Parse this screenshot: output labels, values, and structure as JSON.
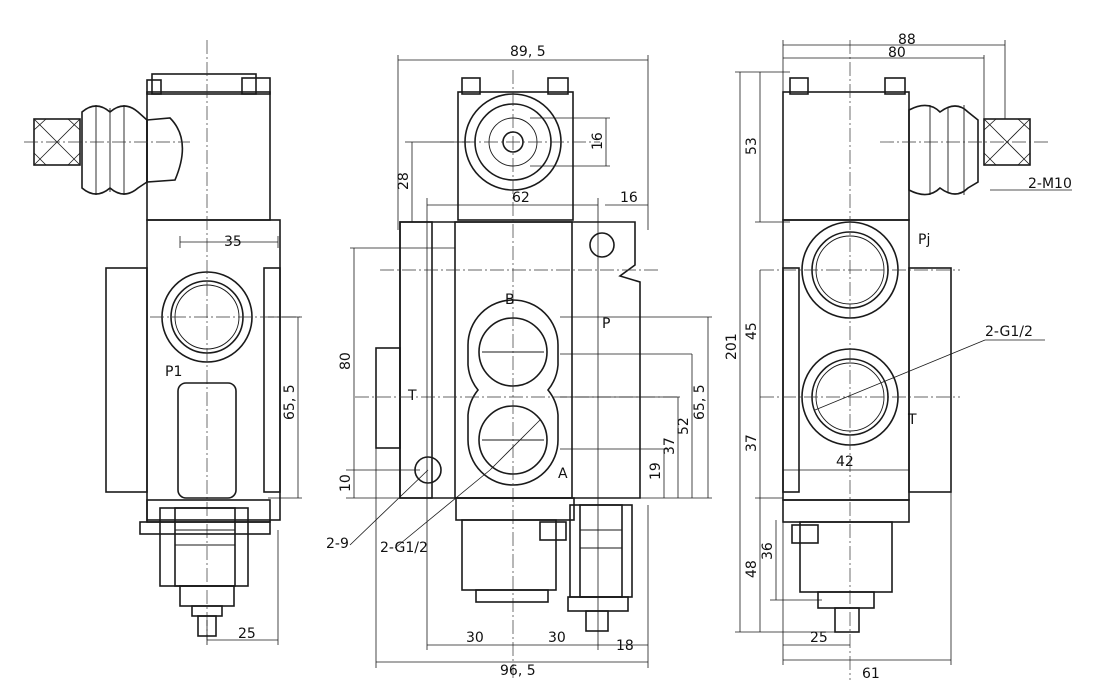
{
  "dimensions": {
    "left_width_35": "35",
    "left_height_65_5": "65, 5",
    "left_bottom_25": "25",
    "center_top_89_5": "89, 5",
    "center_62": "62",
    "center_16_top_right": "16",
    "center_16_head": "16",
    "center_28": "28",
    "center_80": "80",
    "center_10": "10",
    "center_19": "19",
    "center_37": "37",
    "center_52": "52",
    "center_65_5": "65, 5",
    "center_bottom_30_left": "30",
    "center_bottom_30_right": "30",
    "center_bottom_18": "18",
    "center_bottom_96_5": "96, 5",
    "right_top_88": "88",
    "right_top_80": "80",
    "right_53": "53",
    "right_201": "201",
    "right_45": "45",
    "right_37": "37",
    "right_42": "42",
    "right_36": "36",
    "right_48": "48",
    "right_bottom_25": "25",
    "right_bottom_61": "61"
  },
  "labels": {
    "p1": "P1",
    "b": "B",
    "p": "P",
    "t_center": "T",
    "a": "A",
    "pj": "Pj",
    "t_right": "T",
    "callout_2_m10": "2-M10",
    "callout_2_g12_right": "2-G1/2",
    "callout_2_g12_center": "2-G1/2",
    "callout_2_9": "2-9"
  }
}
